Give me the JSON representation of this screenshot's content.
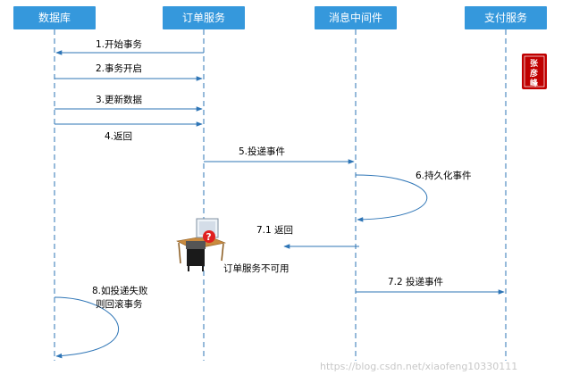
{
  "participants": [
    {
      "key": "db",
      "label": "数据库"
    },
    {
      "key": "order",
      "label": "订单服务"
    },
    {
      "key": "mq",
      "label": "消息中间件"
    },
    {
      "key": "pay",
      "label": "支付服务"
    }
  ],
  "messages": {
    "m1": "1.开始事务",
    "m2": "2.事务开启",
    "m3": "3.更新数据",
    "m4": "4.返回",
    "m5": "5.投递事件",
    "m6": "6.持久化事件",
    "m71": "7.1  返回",
    "m72": "7.2  投递事件",
    "m8_line1": "8.如投递失败",
    "m8_line2": "则回滚事务"
  },
  "annotations": {
    "unavailable": "订单服务不可用"
  },
  "seal": {
    "chars": [
      "张",
      "彦",
      "峰"
    ]
  },
  "watermark": "https://blog.csdn.net/xiaofeng10330111",
  "colors": {
    "header": "#3598dc",
    "lifeline": "#2e75b6",
    "arrow": "#2e75b6",
    "seal": "#c00000"
  }
}
